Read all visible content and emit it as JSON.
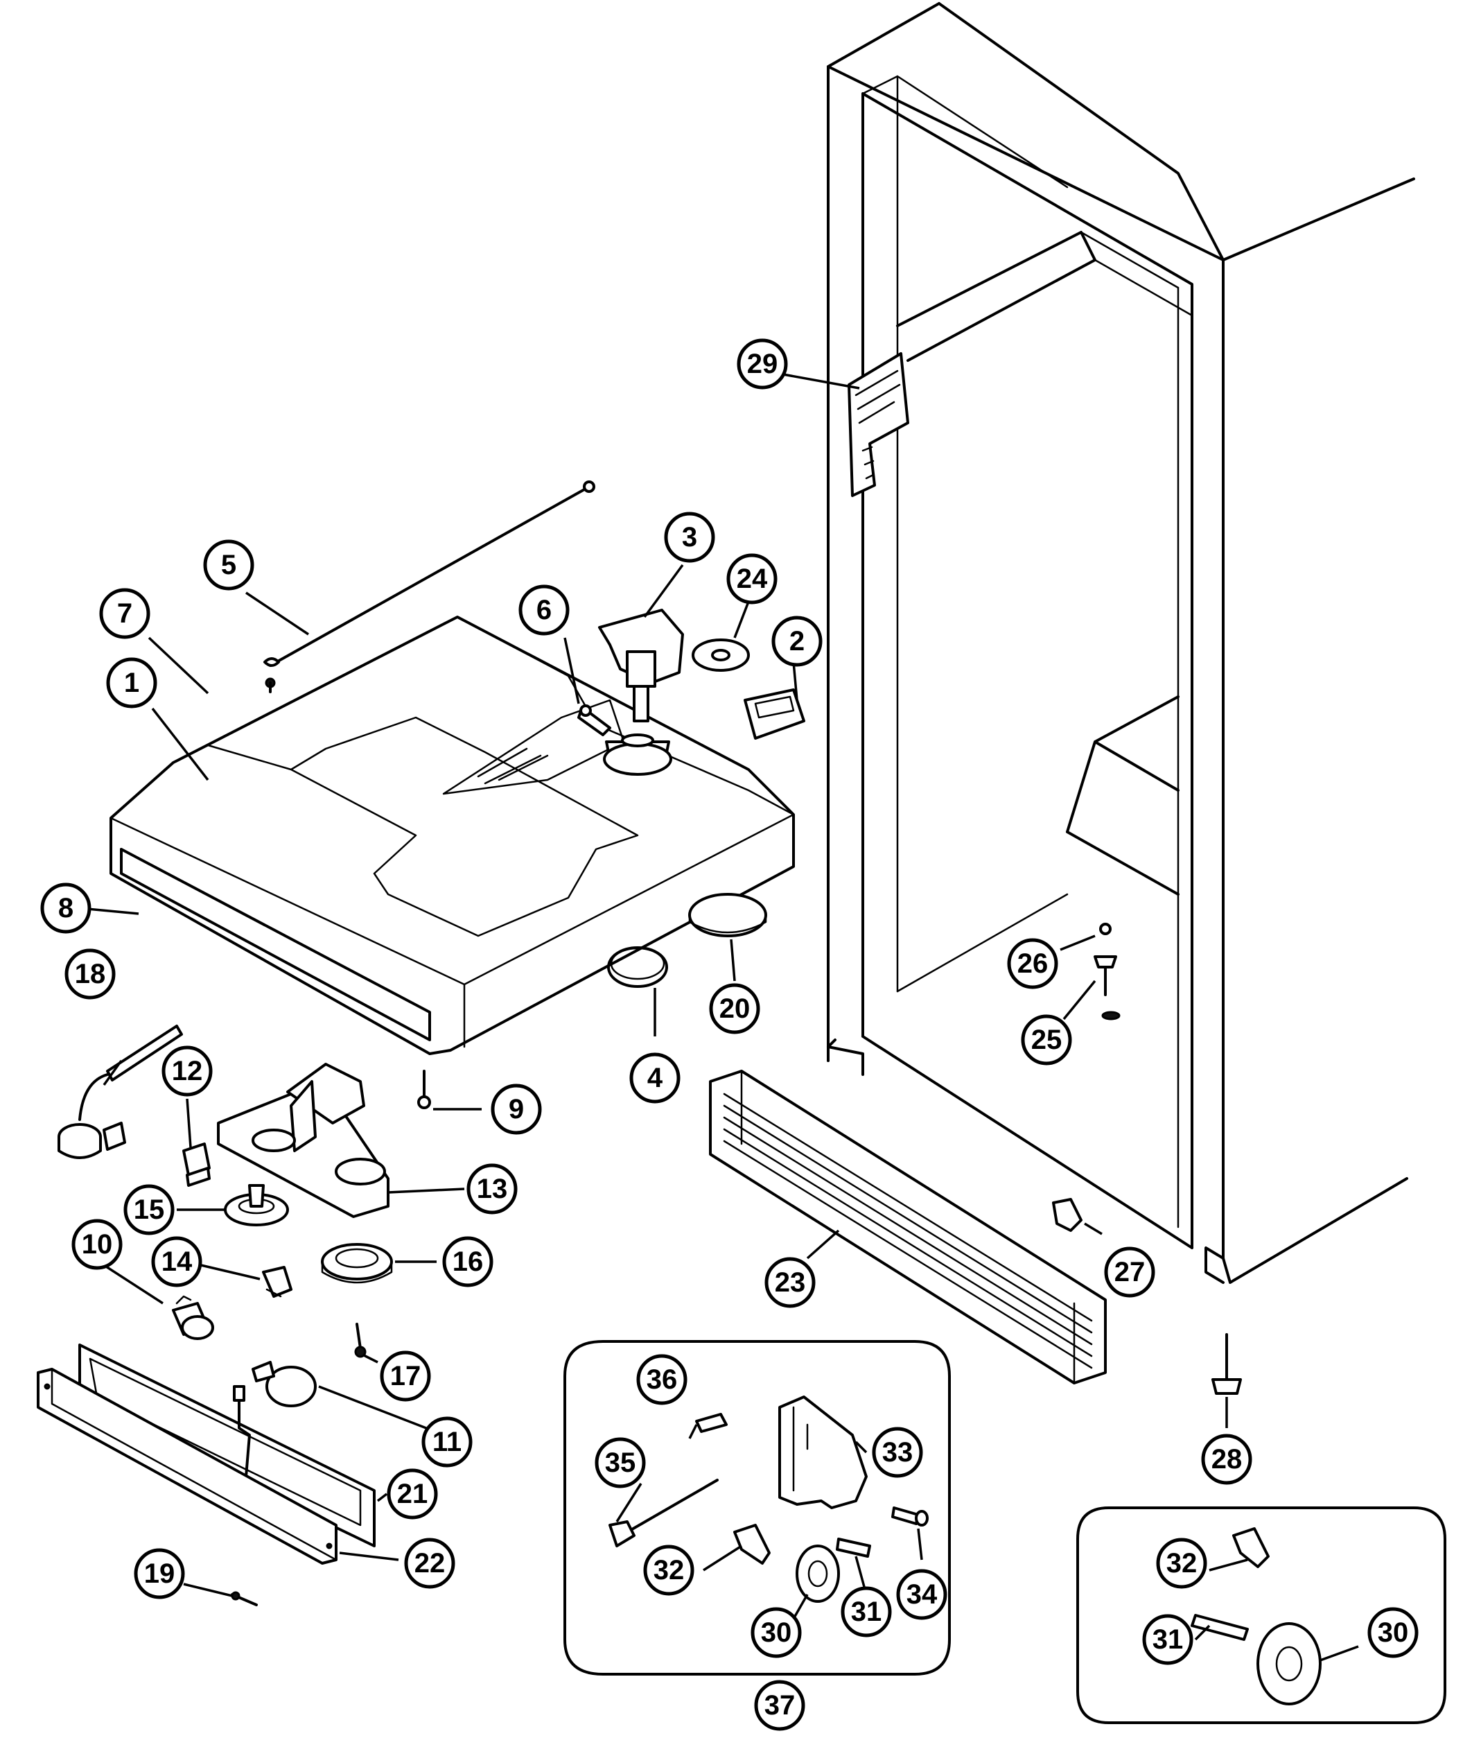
{
  "callouts": [
    {
      "id": "1",
      "label": "1"
    },
    {
      "id": "2",
      "label": "2"
    },
    {
      "id": "3",
      "label": "3"
    },
    {
      "id": "4",
      "label": "4"
    },
    {
      "id": "5",
      "label": "5"
    },
    {
      "id": "6",
      "label": "6"
    },
    {
      "id": "7",
      "label": "7"
    },
    {
      "id": "8",
      "label": "8"
    },
    {
      "id": "9",
      "label": "9"
    },
    {
      "id": "10",
      "label": "10"
    },
    {
      "id": "11",
      "label": "11"
    },
    {
      "id": "12",
      "label": "12"
    },
    {
      "id": "13",
      "label": "13"
    },
    {
      "id": "14",
      "label": "14"
    },
    {
      "id": "15",
      "label": "15"
    },
    {
      "id": "16",
      "label": "16"
    },
    {
      "id": "17",
      "label": "17"
    },
    {
      "id": "18",
      "label": "18"
    },
    {
      "id": "19",
      "label": "19"
    },
    {
      "id": "20",
      "label": "20"
    },
    {
      "id": "21",
      "label": "21"
    },
    {
      "id": "22",
      "label": "22"
    },
    {
      "id": "23",
      "label": "23"
    },
    {
      "id": "24",
      "label": "24"
    },
    {
      "id": "25",
      "label": "25"
    },
    {
      "id": "26",
      "label": "26"
    },
    {
      "id": "27",
      "label": "27"
    },
    {
      "id": "28",
      "label": "28"
    },
    {
      "id": "29",
      "label": "29"
    },
    {
      "id": "30a",
      "label": "30"
    },
    {
      "id": "31a",
      "label": "31"
    },
    {
      "id": "32a",
      "label": "32"
    },
    {
      "id": "33",
      "label": "33"
    },
    {
      "id": "34",
      "label": "34"
    },
    {
      "id": "35",
      "label": "35"
    },
    {
      "id": "36",
      "label": "36"
    },
    {
      "id": "37",
      "label": "37"
    },
    {
      "id": "32b",
      "label": "32"
    },
    {
      "id": "31b",
      "label": "31"
    },
    {
      "id": "30b",
      "label": "30"
    }
  ]
}
